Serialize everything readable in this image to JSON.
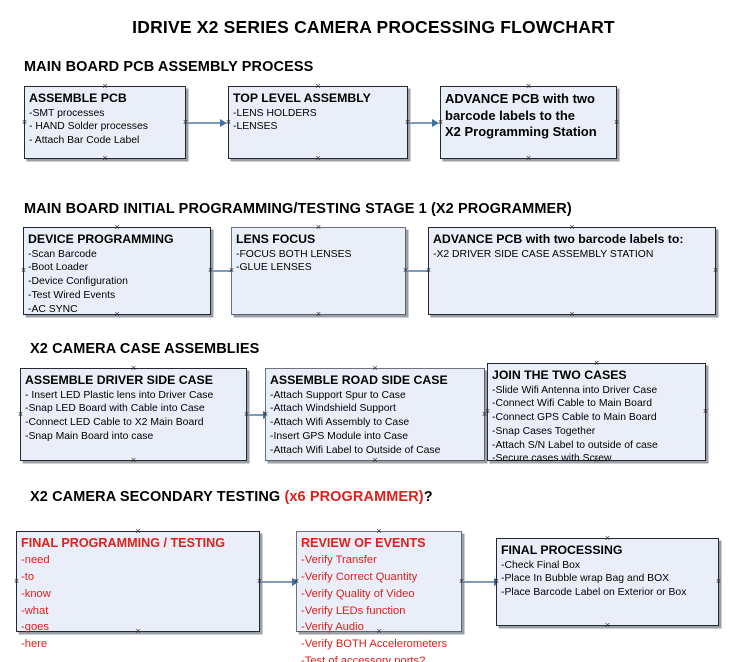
{
  "document": {
    "title": "IDRIVE X2  SERIES CAMERA PROCESSING FLOWCHART"
  },
  "colors": {
    "box_fill": "#e9eef8",
    "box_border": "#23292f",
    "accent_red": "#e0201b",
    "connector": "#7c9cbd",
    "text": "#000000"
  },
  "sections": [
    {
      "heading": "MAIN BOARD PCB ASSEMBLY PROCESS",
      "heading_accent": "",
      "heading_suffix": "",
      "nodes": [
        {
          "title": "ASSEMBLE PCB",
          "lines": [
            "-SMT processes",
            "- HAND Solder processes",
            "- Attach Bar Code Label"
          ]
        },
        {
          "title": "TOP LEVEL ASSEMBLY",
          "lines": [
            "-LENS HOLDERS",
            "-LENSES"
          ]
        },
        {
          "title": "ADVANCE PCB with two",
          "lines": [
            "barcode labels to the",
            " X2 Programming Station"
          ]
        }
      ]
    },
    {
      "heading": "MAIN BOARD INITIAL PROGRAMMING/TESTING STAGE 1 (X2 PROGRAMMER)",
      "heading_accent": "",
      "heading_suffix": "",
      "nodes": [
        {
          "title": "DEVICE PROGRAMMING",
          "lines": [
            "-Scan Barcode",
            "-Boot Loader",
            "-Device Configuration",
            "-Test Wired Events",
            "-AC SYNC"
          ]
        },
        {
          "title": "LENS FOCUS",
          "lines": [
            "-FOCUS BOTH LENSES",
            "-GLUE LENSES"
          ]
        },
        {
          "title": "ADVANCE PCB with two barcode labels to:",
          "lines": [
            "-X2 DRIVER  SIDE  CASE  ASSEMBLY STATION"
          ]
        }
      ]
    },
    {
      "heading": "X2 CAMERA CASE ASSEMBLIES",
      "heading_accent": "",
      "heading_suffix": "",
      "nodes": [
        {
          "title": "ASSEMBLE DRIVER SIDE CASE",
          "lines": [
            "- Insert LED Plastic lens into Driver Case",
            "-Snap LED Board with Cable into Case",
            "-Connect LED Cable to X2 Main Board",
            "-Snap Main Board into case"
          ]
        },
        {
          "title": "ASSEMBLE ROAD SIDE CASE",
          "lines": [
            "-Attach Support Spur to Case",
            "-Attach Windshield Support",
            "-Attach Wifi Assembly to Case",
            "-Insert GPS Module into Case",
            "-Attach Wifi Label to Outside of Case"
          ]
        },
        {
          "title": "JOIN THE TWO CASES",
          "lines": [
            "-Slide Wifi Antenna into Driver Case",
            "-Connect Wifi Cable to Main Board",
            "-Connect GPS Cable to Main Board",
            "-Snap Cases Together",
            "-Attach S/N Label to outside of case",
            "-Secure cases with Screw"
          ]
        }
      ]
    },
    {
      "heading": "X2 CAMERA SECONDARY TESTING ",
      "heading_accent": "(x6 PROGRAMMER)",
      "heading_suffix": "?",
      "nodes": [
        {
          "title": "FINAL PROGRAMMING / TESTING",
          "lines": [
            "-need",
            "-to",
            "-know",
            "-what",
            "-goes",
            "-here"
          ]
        },
        {
          "title": "REVIEW OF EVENTS",
          "lines": [
            "-Verify Transfer",
            "-Verify Correct Quantity",
            "-Verify Quality of Video",
            "-Verify LEDs function",
            "-Verify Audio",
            "-Verify BOTH Accelerometers",
            "-Test of accessory ports?"
          ]
        },
        {
          "title": "FINAL PROCESSING",
          "lines": [
            " -Check Final Box",
            "-Place In Bubble wrap Bag and BOX",
            "-Place Barcode Label on Exterior or Box"
          ]
        }
      ]
    }
  ]
}
